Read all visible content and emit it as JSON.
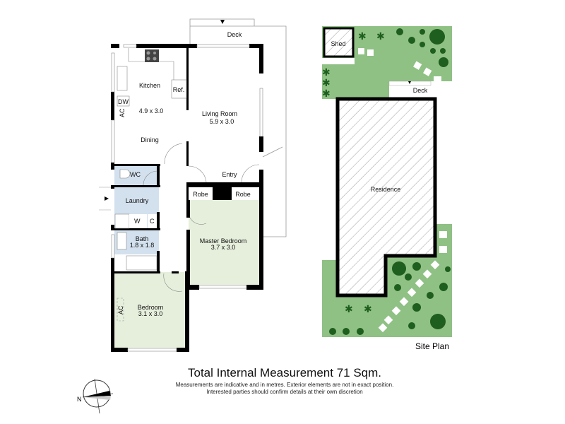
{
  "floor_plan": {
    "deck": "Deck",
    "kitchen": {
      "name": "Kitchen",
      "size": "4.9 x 3.0"
    },
    "ref": "Ref.",
    "dw": "DW",
    "ac": "AC",
    "dining": "Dining",
    "living": {
      "name": "Living Room",
      "size": "5.9 x 3.0"
    },
    "entry": "Entry",
    "wc": "WC",
    "laundry": "Laundry",
    "w": "W",
    "c": "C",
    "bath": {
      "name": "Bath",
      "size": "1.8 x 1.8"
    },
    "robe": "Robe",
    "master": {
      "name": "Master Bedroom",
      "size": "3.7 x 3.0"
    },
    "bedroom": {
      "name": "Bedroom",
      "size": "3.1 x 3.0"
    }
  },
  "site_plan": {
    "title": "Site Plan",
    "shed": "Shed",
    "deck": "Deck",
    "residence": "Residence"
  },
  "footer": {
    "title": "Total Internal Measurement 71 Sqm.",
    "note1": "Measurements are indicative and in metres. Exterior elements are not in exact position.",
    "note2": "Interested parties should confirm details at their own discretion",
    "compass": "N"
  },
  "colors": {
    "wet_area": "#d3e1ee",
    "bedroom": "#e6efdc",
    "lawn": "#8fc084",
    "tree": "#1e5e1e"
  }
}
